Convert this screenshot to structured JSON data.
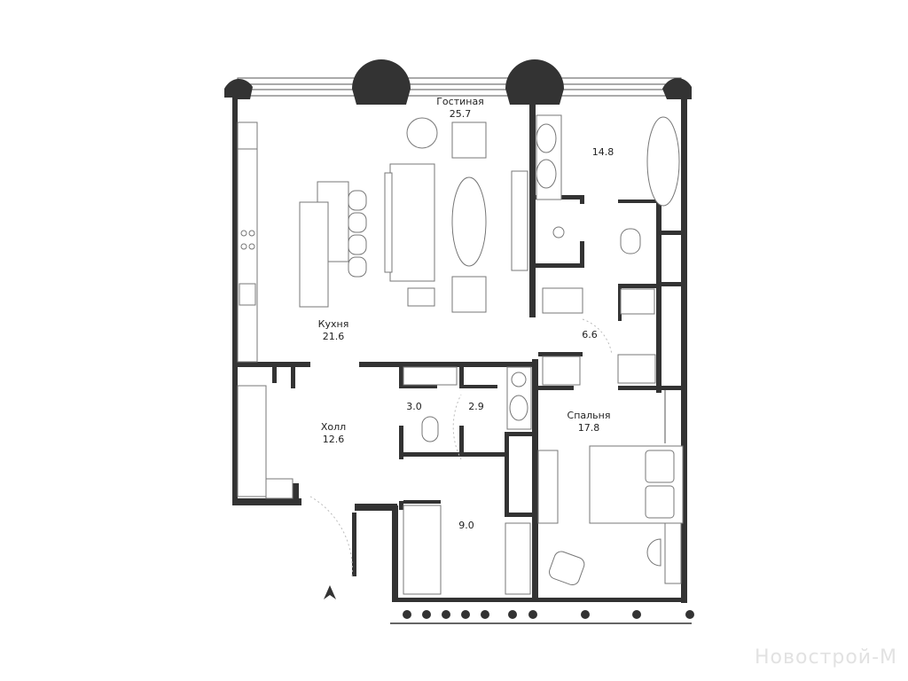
{
  "rooms": [
    {
      "name": "Гостиная",
      "area": "25.7"
    },
    {
      "name": "",
      "area": "14.8"
    },
    {
      "name": "Кухня",
      "area": "21.6"
    },
    {
      "name": "",
      "area": "6.6"
    },
    {
      "name": "",
      "area": "3.0"
    },
    {
      "name": "",
      "area": "2.9"
    },
    {
      "name": "Холл",
      "area": "12.6"
    },
    {
      "name": "Спальня",
      "area": "17.8"
    },
    {
      "name": "",
      "area": "9.0"
    }
  ],
  "watermark": "Новострой-М",
  "colors": {
    "wall": "#333333",
    "line": "#777777"
  }
}
